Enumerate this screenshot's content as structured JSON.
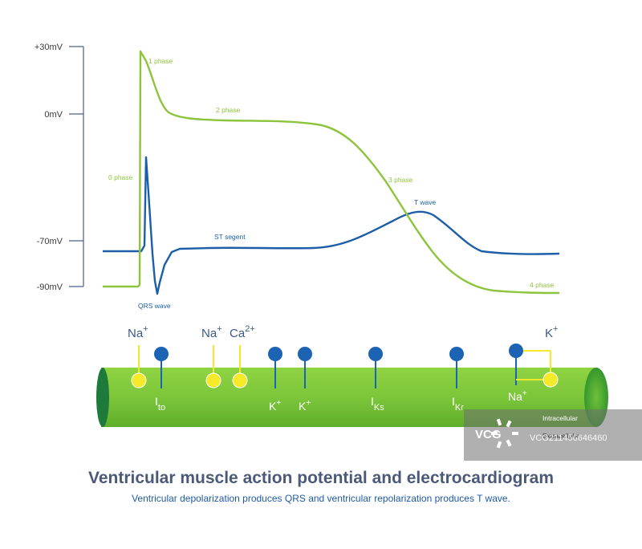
{
  "voltage_axis": {
    "ticks": [
      "+30mV",
      "0mV",
      "-70mV",
      "-90mV"
    ]
  },
  "action_potential": {
    "color": "#8cc43c",
    "phase_labels": [
      "0 phase",
      "1 phase",
      "2 phase",
      "3 phase",
      "4 phase"
    ]
  },
  "ecg": {
    "color": "#1c5fa8",
    "labels": {
      "qrs": "QRS wave",
      "st": "ST segent",
      "t": "T wave"
    }
  },
  "membrane": {
    "fill_color": "#7cc63a",
    "channel_dot_colors": {
      "influx": "#f4ea2a",
      "efflux": "#1c64b3"
    },
    "ion_labels": {
      "na1": "Na",
      "na1_sup": "+",
      "na2": "Na",
      "na2_sup": "+",
      "ca": "Ca",
      "ca_sup": "2+",
      "k1": "K",
      "k1_sup": "+",
      "k2": "K",
      "k2_sup": "+",
      "k3": "K",
      "k3_sup": "+",
      "na3": "Na",
      "na3_sup": "+"
    },
    "current_labels": {
      "ito": "I",
      "ito_sub": "to",
      "iks": "I",
      "iks_sub": "Ks",
      "ikr": "I",
      "ikr_sub": "Kr"
    }
  },
  "watermark": {
    "logo_text": "VCG",
    "intracellular": "Intracellular",
    "extracellular": "Extracellular",
    "id": "VCG211456646460"
  },
  "title": "Ventricular muscle action potential and electrocardiogram",
  "subtitle": "Ventricular depolarization produces QRS and ventricular repolarization produces T wave."
}
